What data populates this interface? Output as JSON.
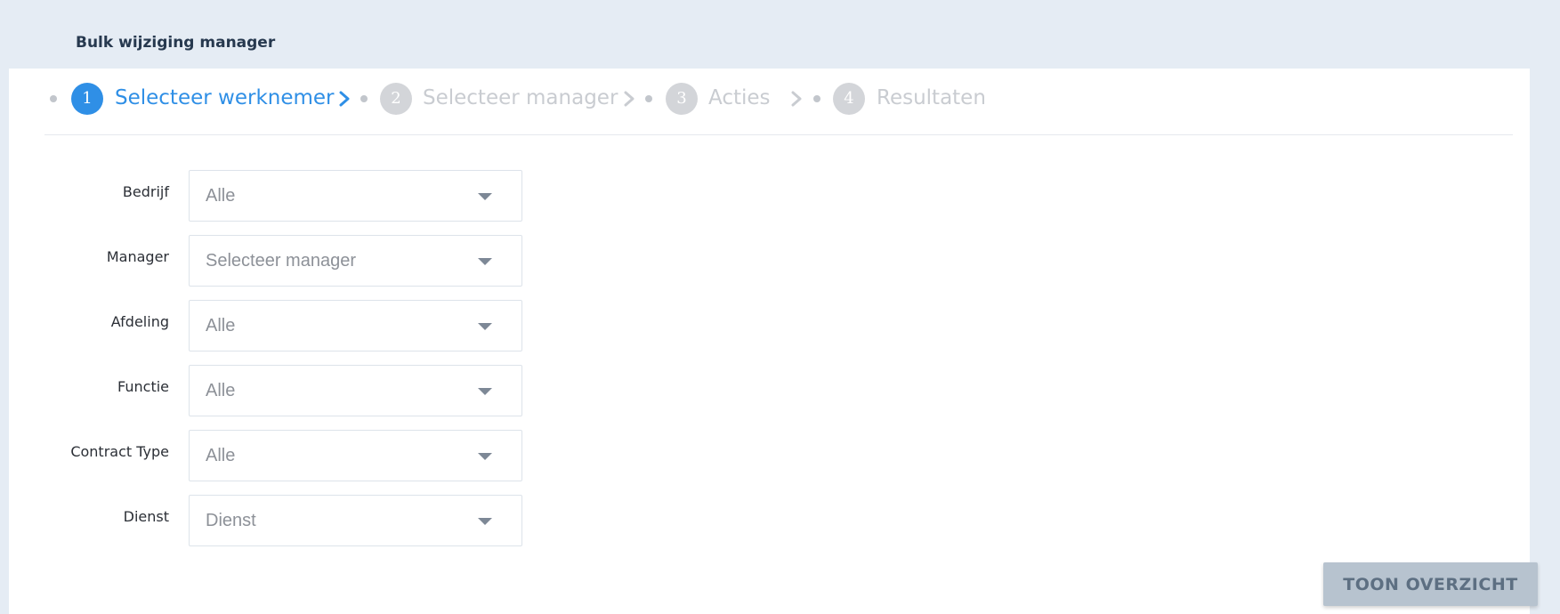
{
  "header": {
    "title": "Bulk wijziging manager"
  },
  "stepper": {
    "steps": [
      {
        "number": "1",
        "label": "Selecteer werknemer",
        "state": "active"
      },
      {
        "number": "2",
        "label": "Selecteer manager",
        "state": "inactive"
      },
      {
        "number": "3",
        "label": "Acties",
        "state": "inactive"
      },
      {
        "number": "4",
        "label": "Resultaten",
        "state": "inactive"
      }
    ]
  },
  "form": {
    "fields": [
      {
        "label": "Bedrijf",
        "value": "Alle"
      },
      {
        "label": "Manager",
        "value": "Selecteer manager"
      },
      {
        "label": "Afdeling",
        "value": "Alle"
      },
      {
        "label": "Functie",
        "value": "Alle"
      },
      {
        "label": "Contract Type",
        "value": "Alle"
      },
      {
        "label": "Dienst",
        "value": "Dienst"
      }
    ]
  },
  "actions": {
    "overview_label": "TOON OVERZICHT"
  },
  "colors": {
    "background": "#e5ecf4",
    "accent": "#2f8fe6",
    "inactive_step": "#c9ccd1",
    "button_bg": "#b7c3cf"
  }
}
